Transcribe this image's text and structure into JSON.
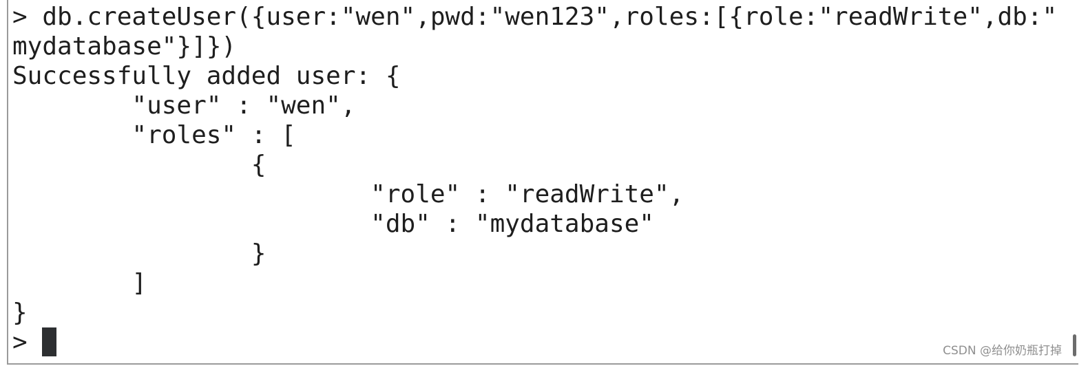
{
  "terminal": {
    "lines": [
      "> db.createUser({user:\"wen\",pwd:\"wen123\",roles:[{role:\"readWrite\",db:\"",
      "mydatabase\"}]})",
      "Successfully added user: {",
      "        \"user\" : \"wen\",",
      "        \"roles\" : [",
      "                {",
      "                        \"role\" : \"readWrite\",",
      "                        \"db\" : \"mydatabase\"",
      "                }",
      "        ]",
      "}"
    ],
    "prompt": "> "
  },
  "watermark": "CSDN @给你奶瓶打掉"
}
